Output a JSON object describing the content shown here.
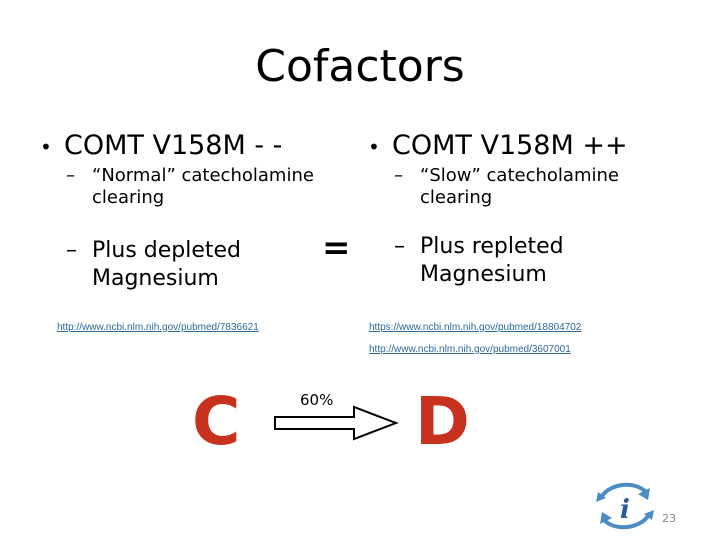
{
  "slide": {
    "title": "Cofactors",
    "page_number": "23",
    "equals_sign": "=",
    "left": {
      "bullet": "COMT V158M - -",
      "sub1": "“Normal” catecholamine clearing",
      "sub2": "Plus depleted Magnesium",
      "link": "http://www.ncbi.nlm.nih.gov/pubmed/7836621"
    },
    "right": {
      "bullet": "COMT V158M ++",
      "sub1": "“Slow” catecholamine clearing",
      "sub2": "Plus repleted Magnesium",
      "link1": "https://www.ncbi.nlm.nih.gov/pubmed/18804702",
      "link2": "http://www.ncbi.nlm.nih.gov/pubmed/3607001"
    },
    "conversion": {
      "from": "C",
      "to": "D",
      "percent": "60%"
    },
    "colors": {
      "accent_red": "#c9311f",
      "link_blue": "#2b6a9a",
      "logo_blue": "#4a8cc4"
    },
    "icons": {
      "arrow": "right-arrow-outline",
      "logo": "info-cycle-logo"
    }
  }
}
